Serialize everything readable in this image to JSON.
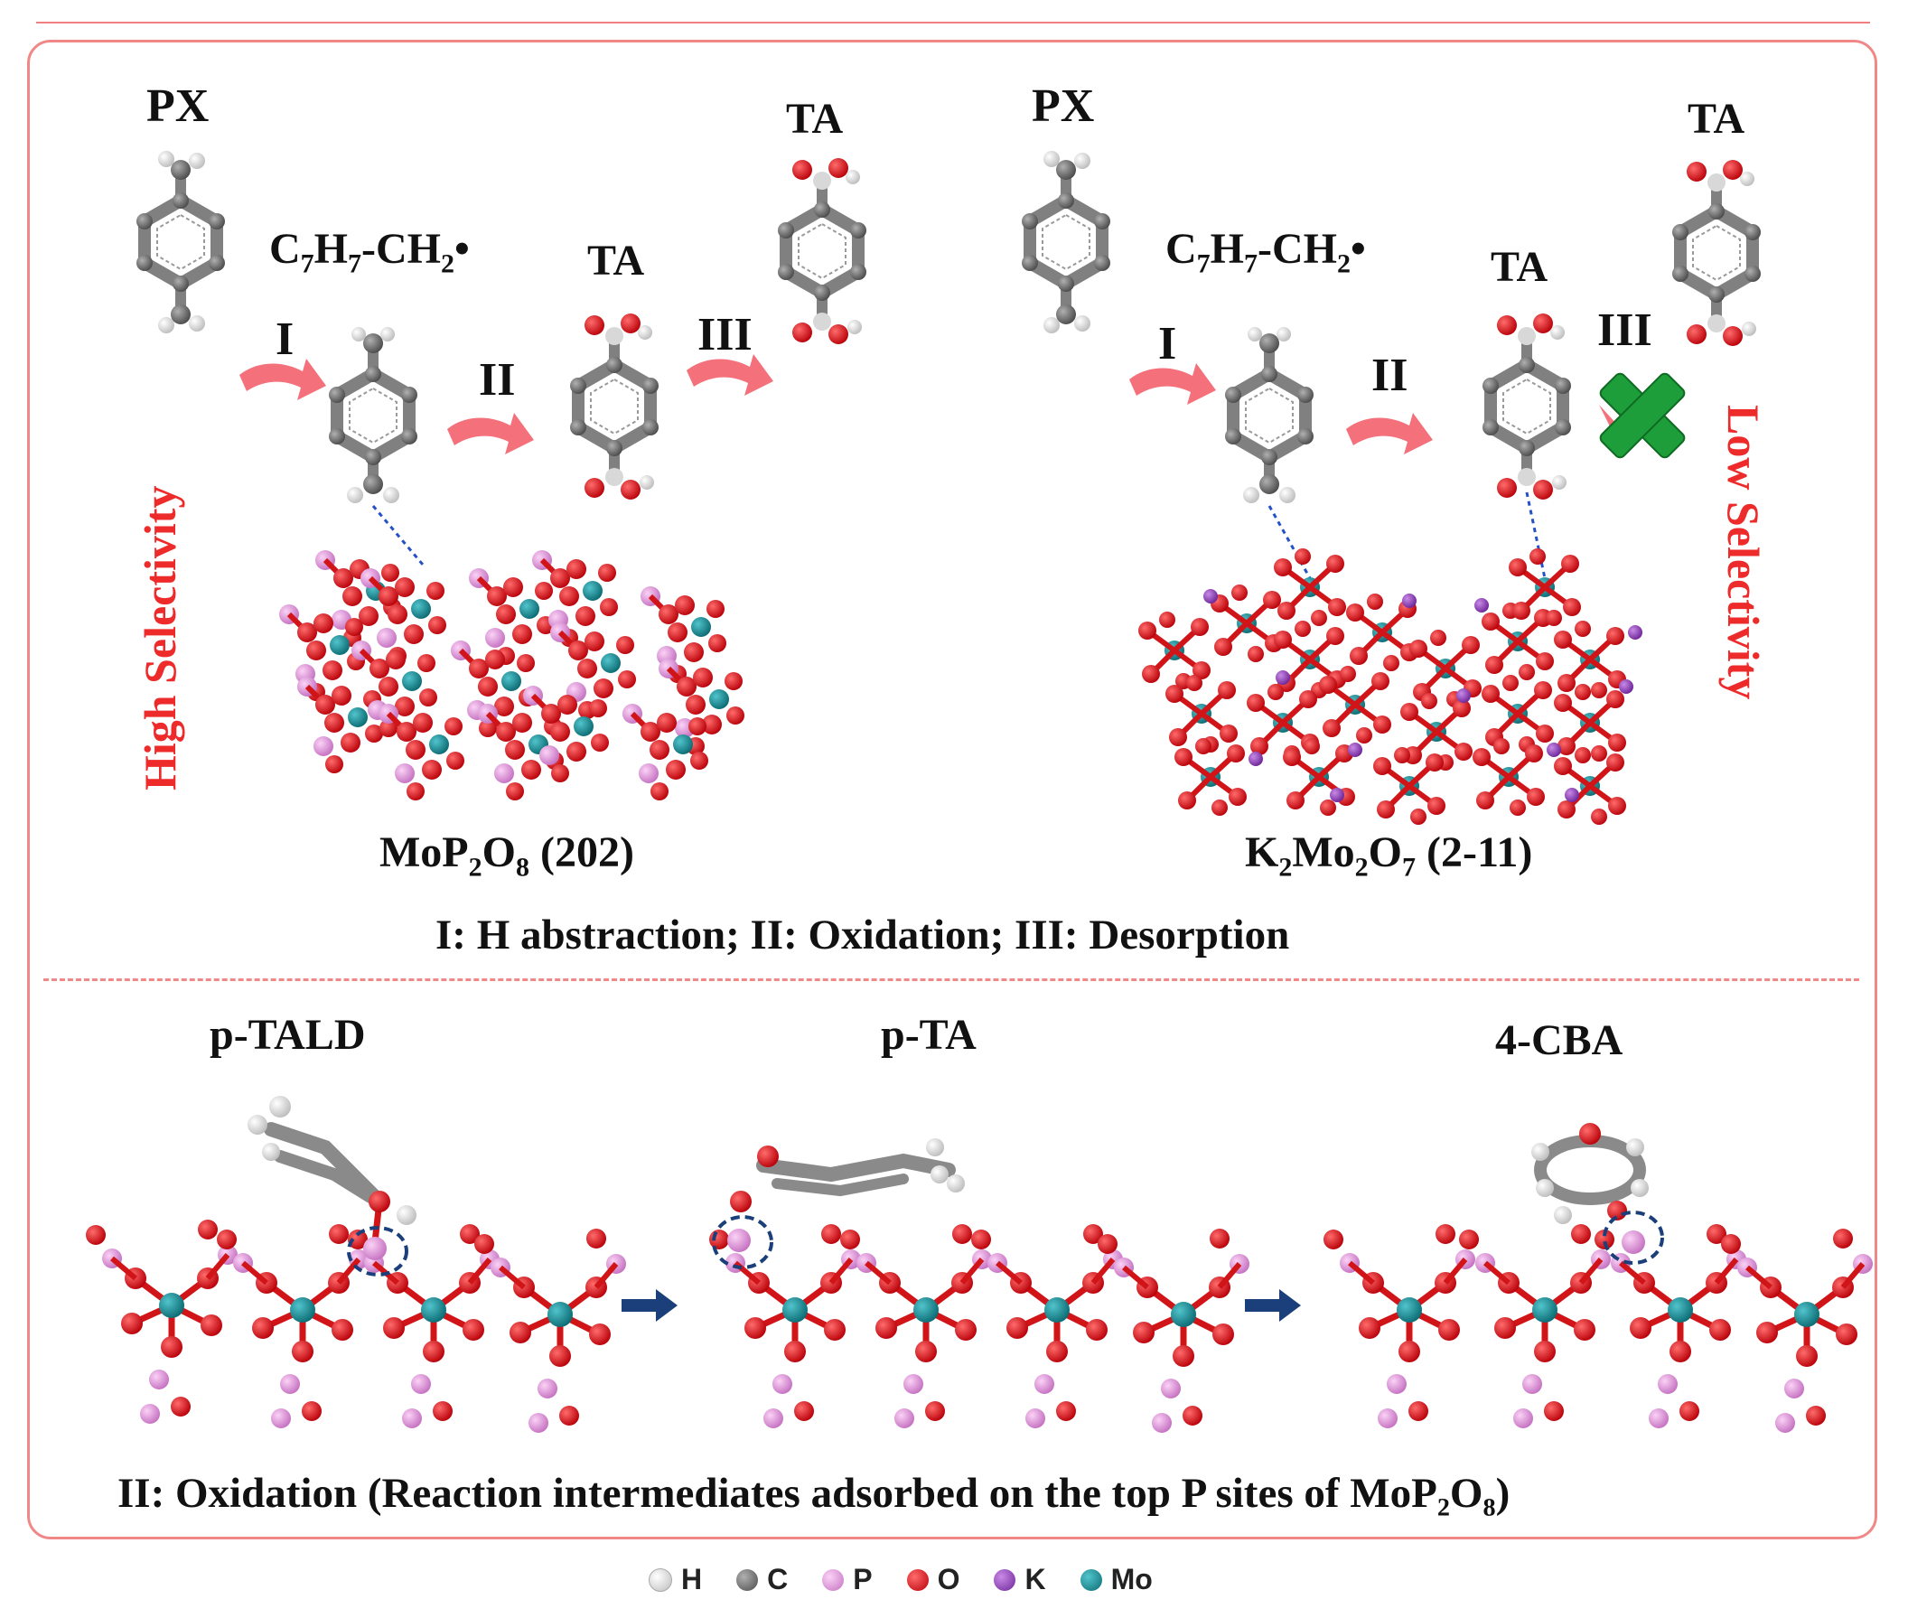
{
  "top_panel": {
    "left": {
      "px_label": "PX",
      "radical_label": "C",
      "radical_sub1": "7",
      "radical_mid": "H",
      "radical_sub2": "7",
      "radical_tail": "-CH",
      "radical_sub3": "2",
      "radical_dot": "•",
      "ta_mid_label": "TA",
      "ta_top_label": "TA",
      "step1": "I",
      "step2": "II",
      "step3": "III",
      "surface_label": "MoP",
      "surface_sub1": "2",
      "surface_o": "O",
      "surface_sub2": "8",
      "surface_facet": " (202)",
      "selectivity": "High Selectivity"
    },
    "right": {
      "px_label": "PX",
      "radical_label": "C",
      "radical_sub1": "7",
      "radical_mid": "H",
      "radical_sub2": "7",
      "radical_tail": "-CH",
      "radical_sub3": "2",
      "radical_dot": "•",
      "ta_mid_label": "TA",
      "ta_top_label": "TA",
      "step1": "I",
      "step2": "II",
      "step3": "III",
      "surface_label": "K",
      "surface_sub1": "2",
      "surface_mo": "Mo",
      "surface_sub2": "2",
      "surface_o": "O",
      "surface_sub3": "7",
      "surface_facet": " (2-11)",
      "selectivity": "Low Selectivity",
      "blocked_icon": "cross-icon"
    },
    "steps_caption": "I: H abstraction; II: Oxidation; III: Desorption"
  },
  "bottom_panel": {
    "intermediates": [
      "p-TALD",
      "p-TA",
      "4-CBA"
    ],
    "caption": "II: Oxidation (Reaction intermediates adsorbed on the top P sites of MoP₂O₈)"
  },
  "legend": [
    {
      "symbol": "H",
      "color": "#f2f2f2"
    },
    {
      "symbol": "C",
      "color": "#707070"
    },
    {
      "symbol": "P",
      "color": "#e59ae0"
    },
    {
      "symbol": "O",
      "color": "#e8101a"
    },
    {
      "symbol": "K",
      "color": "#9a3fc0"
    },
    {
      "symbol": "Mo",
      "color": "#17909a"
    }
  ],
  "colors": {
    "frame": "#f08888",
    "arrow_pink": "#f4707a",
    "arrow_navy": "#1b3f7a",
    "selectivity_red": "#ee2b2b",
    "cross_green": "#1e9e3a"
  }
}
